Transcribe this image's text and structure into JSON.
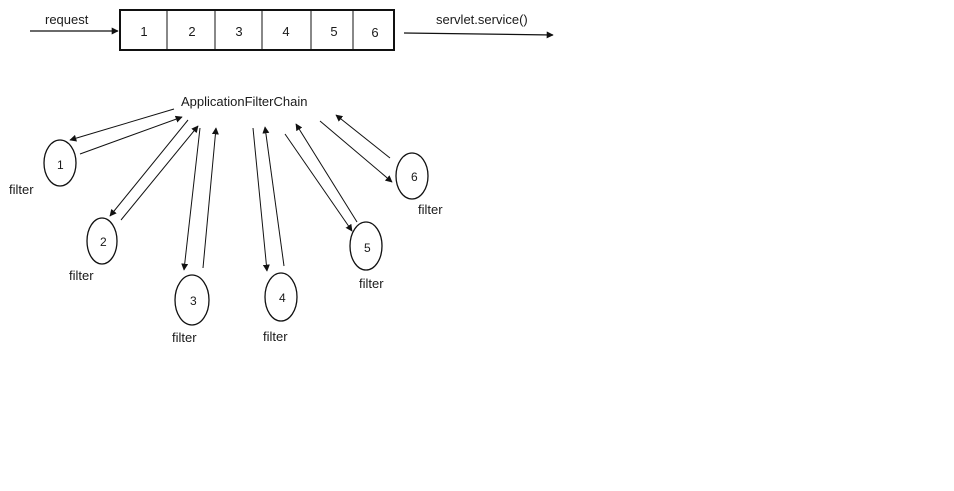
{
  "request_label": "request",
  "service_label": "servlet.service()",
  "chain_label": "ApplicationFilterChain",
  "queue": [
    "1",
    "2",
    "3",
    "4",
    "5",
    "6"
  ],
  "filters": [
    {
      "num": "1",
      "label": "filter"
    },
    {
      "num": "2",
      "label": "filter"
    },
    {
      "num": "3",
      "label": "filter"
    },
    {
      "num": "4",
      "label": "filter"
    },
    {
      "num": "5",
      "label": "filter"
    },
    {
      "num": "6",
      "label": "filter"
    }
  ]
}
